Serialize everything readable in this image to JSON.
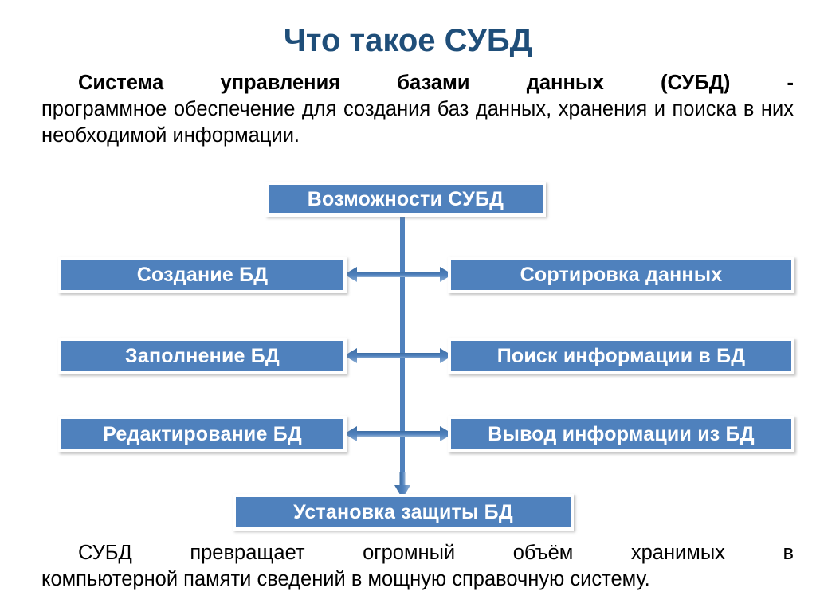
{
  "slide": {
    "title": "Что такое СУБД",
    "title_color": "#1F4E79",
    "background_color": "#FFFFFF"
  },
  "intro_paragraph": {
    "bold_line": "Система управления базами данных (СУБД) -",
    "rest": "программное обеспечение для создания баз данных, хранения и поиска в них необходимой информации.",
    "text_color": "#000000"
  },
  "closing_paragraph": {
    "line1": "СУБД превращает огромный объём хранимых в",
    "rest": "компьютерной памяти сведений в мощную справочную систему.",
    "text_color": "#000000"
  },
  "diagram": {
    "box_fill": "#4F81BD",
    "box_border": "#FFFFFF",
    "box_text_color": "#FFFFFF",
    "connector_color": "#4F81BD",
    "root": {
      "label": "Возможности СУБД"
    },
    "left_column": [
      {
        "label": "Создание БД"
      },
      {
        "label": "Заполнение БД"
      },
      {
        "label": "Редактирование БД"
      }
    ],
    "right_column": [
      {
        "label": "Сортировка данных"
      },
      {
        "label": "Поиск информации в БД"
      },
      {
        "label": "Вывод информации из БД"
      }
    ],
    "bottom": {
      "label": "Установка защиты БД"
    },
    "connectors": [
      {
        "name": "vertical-trunk",
        "type": "line"
      },
      {
        "name": "row-1-double-arrow",
        "type": "double-arrow-horizontal"
      },
      {
        "name": "row-2-double-arrow",
        "type": "double-arrow-horizontal"
      },
      {
        "name": "row-3-double-arrow",
        "type": "double-arrow-horizontal"
      },
      {
        "name": "trunk-arrowhead-down",
        "type": "arrow-down"
      }
    ]
  }
}
